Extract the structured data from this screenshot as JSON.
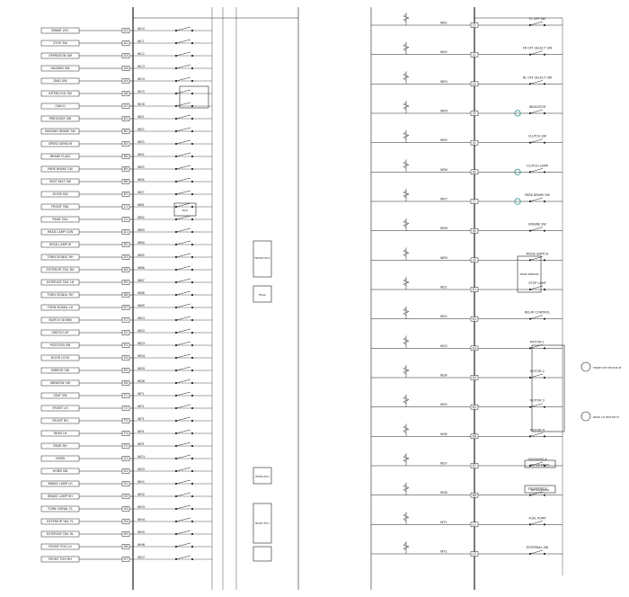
{
  "left_rows": [
    {
      "label": "BRAKE LEV.",
      "pin": "A1",
      "wire": "WC0"
    },
    {
      "label": "STOP SW",
      "pin": "A2",
      "wire": "WC1"
    },
    {
      "label": "OPERATION SW",
      "pin": "A3",
      "wire": "WC2"
    },
    {
      "label": "HAZARD SW",
      "pin": "A4",
      "wire": "WC3"
    },
    {
      "label": "DIAG SW",
      "pin": "A5",
      "wire": "WC4"
    },
    {
      "label": "INTERLOCK SW",
      "pin": "A6",
      "wire": "WC5"
    },
    {
      "label": "CAN-H",
      "pin": "A7",
      "wire": "WC6"
    },
    {
      "label": "PRESSURE SW",
      "pin": "B1",
      "wire": "WE1"
    },
    {
      "label": "PARKING BRAKE SW",
      "pin": "B2",
      "wire": "WE2"
    },
    {
      "label": "SPEED SENSOR",
      "pin": "B3",
      "wire": "WE3"
    },
    {
      "label": "BRAKE FLUID",
      "pin": "B4",
      "wire": "WE4"
    },
    {
      "label": "PARK BRAKE SW",
      "pin": "B5",
      "wire": "WE5"
    },
    {
      "label": "SEAT BELT SW",
      "pin": "B6",
      "wire": "WE6"
    },
    {
      "label": "DOOR SW",
      "pin": "B7",
      "wire": "WE7"
    },
    {
      "label": "FRONT TAIL",
      "pin": "C1",
      "wire": "WB1"
    },
    {
      "label": "REAR TAIL",
      "pin": "C2",
      "wire": "WB2"
    },
    {
      "label": "HEAD LAMP LOW",
      "pin": "D1",
      "wire": "WB3"
    },
    {
      "label": "HEAD LAMP HI",
      "pin": "D2",
      "wire": "WB4"
    },
    {
      "label": "TURN SIGNAL RH",
      "pin": "D3",
      "wire": "WB5"
    },
    {
      "label": "EXTERIOR TAIL RH",
      "pin": "D4",
      "wire": "WB6"
    },
    {
      "label": "EXTERIOR TAIL LH",
      "pin": "D5",
      "wire": "WB7"
    },
    {
      "label": "TURN SIGNAL RH",
      "pin": "D6",
      "wire": "WB8"
    },
    {
      "label": "TURN SIGNAL LH",
      "pin": "D7",
      "wire": "WB9"
    },
    {
      "label": "SWITCH DOWN",
      "pin": "E1",
      "wire": "WD1"
    },
    {
      "label": "SWITCH UP",
      "pin": "E2",
      "wire": "WD2"
    },
    {
      "label": "POSITION SW",
      "pin": "E3",
      "wire": "WD3"
    },
    {
      "label": "DOOR LOCK",
      "pin": "E4",
      "wire": "WD4"
    },
    {
      "label": "MIRROR SW",
      "pin": "E5",
      "wire": "WD5"
    },
    {
      "label": "WINDOW SW",
      "pin": "E6",
      "wire": "WD6"
    },
    {
      "label": "SEAT SW",
      "pin": "F1",
      "wire": "WF1"
    },
    {
      "label": "FRONT LH",
      "pin": "F2",
      "wire": "WF2"
    },
    {
      "label": "FRONT RH",
      "pin": "F3",
      "wire": "WF3"
    },
    {
      "label": "REAR LH",
      "pin": "F4",
      "wire": "WF4"
    },
    {
      "label": "REAR RH",
      "pin": "F5",
      "wire": "WF5"
    },
    {
      "label": "HORN",
      "pin": "G1",
      "wire": "WG1"
    },
    {
      "label": "HORN SW",
      "pin": "G2",
      "wire": "WG2"
    },
    {
      "label": "BRAKE LAMP LH",
      "pin": "H1",
      "wire": "WH1"
    },
    {
      "label": "BRAKE LAMP RH",
      "pin": "H2",
      "wire": "WH2"
    },
    {
      "label": "TURN SIGNAL FL",
      "pin": "H3",
      "wire": "WH3"
    },
    {
      "label": "EXTERIOR TAIL FL",
      "pin": "H4",
      "wire": "WH4"
    },
    {
      "label": "EXTERIOR TAIL RL",
      "pin": "H5",
      "wire": "WH5"
    },
    {
      "label": "FRONT FOG LH",
      "pin": "H6",
      "wire": "WH6"
    },
    {
      "label": "FRONT FOG RH",
      "pin": "H7",
      "wire": "WH7"
    }
  ],
  "right_rows": [
    {
      "label": "FL OFF SW",
      "pin": "J1",
      "wire": "WR1"
    },
    {
      "label": "FR OFF SELECT SW",
      "pin": "J2",
      "wire": "WR2"
    },
    {
      "label": "RL OFF SELECT SW",
      "pin": "J3",
      "wire": "WR3"
    },
    {
      "label": "INDICATOR",
      "pin": "J4",
      "wire": "WR4"
    },
    {
      "label": "CLUTCH SW",
      "pin": "J5",
      "wire": "WR5"
    },
    {
      "label": "CLUTCH LAMP",
      "pin": "J6",
      "wire": "WR6"
    },
    {
      "label": "PARK BRAKE SW",
      "pin": "J7",
      "wire": "WR7"
    },
    {
      "label": "ENGINE SW",
      "pin": "J8",
      "wire": "WR8"
    },
    {
      "label": "MODE SWITCH",
      "pin": "J9",
      "wire": "WR9"
    },
    {
      "label": "STOP LAMP",
      "pin": "K1",
      "wire": "WS1"
    },
    {
      "label": "RELAY CONTROL",
      "pin": "K2",
      "wire": "WS2"
    },
    {
      "label": "MOTOR 1",
      "pin": "K3",
      "wire": "WS3"
    },
    {
      "label": "MOTOR 2",
      "pin": "K4",
      "wire": "WS4"
    },
    {
      "label": "MOTOR 3",
      "pin": "K5",
      "wire": "WS5"
    },
    {
      "label": "MOTOR 4",
      "pin": "K6",
      "wire": "WS6"
    },
    {
      "label": "SOLENOID A",
      "pin": "K7",
      "wire": "WS7"
    },
    {
      "label": "SOLENOID B",
      "pin": "K8",
      "wire": "WS8"
    },
    {
      "label": "FUEL PUMP",
      "pin": "L1",
      "wire": "WT1"
    },
    {
      "label": "EXTERNAL SW",
      "pin": "L2",
      "wire": "WT2"
    }
  ],
  "right_boxes": {
    "main_sensor": "MAIN SENSOR",
    "fl_solenoid": "F/L SOLENOID",
    "rr_solenoid": "RR SOLENOID",
    "front_motor": "FRONT RH MOTOR M",
    "rear_motor": "REAR LH MOTOR M"
  },
  "left_boxes": {
    "ecu_top": "ECU",
    "ecu_mid": "HVAC",
    "ecu_a": "FRONT ECU",
    "ecu_b": "REAR ECU",
    "ecu_c": "BODY ECU"
  },
  "colors": {
    "line": "#222222",
    "accent": "#2a8f8f"
  }
}
